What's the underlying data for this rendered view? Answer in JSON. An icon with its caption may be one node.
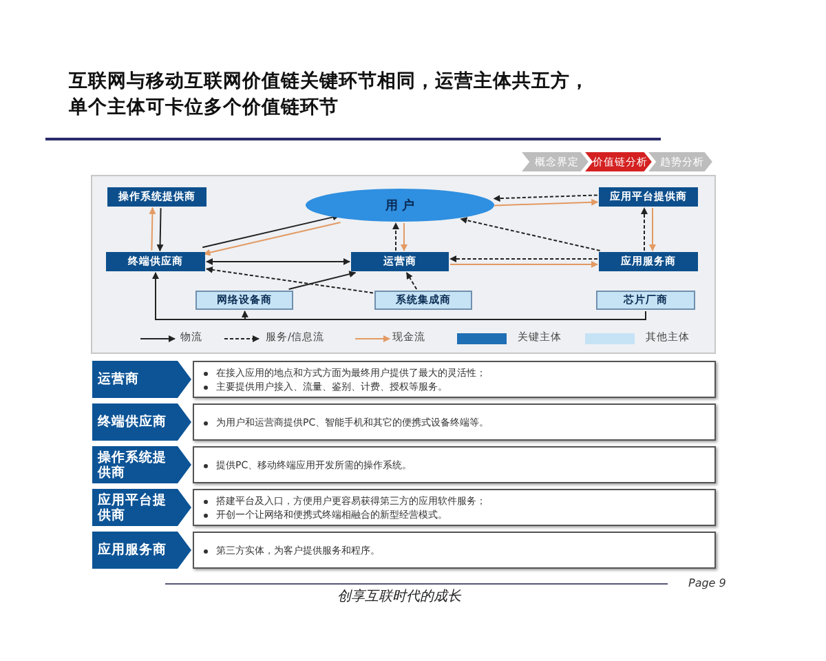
{
  "diagram": {
    "title": "互联网与移动互联网价值链关键环节相同，运营主体共五方，单个主体可卡位多个价值链环节",
    "nodes": [
      {
        "text": [
          "概念界定"
        ]
      },
      {
        "text": [
          "价值链分析"
        ]
      },
      {
        "text": [
          "趋势分析"
        ]
      },
      {
        "text": [
          "用 户"
        ]
      },
      {
        "text": [
          "操作系统提供商"
        ]
      },
      {
        "text": [
          "应用平台提供商"
        ]
      },
      {
        "text": [
          "终端供应商"
        ]
      },
      {
        "text": [
          "运营商"
        ]
      },
      {
        "text": [
          "应用服务商"
        ]
      },
      {
        "text": [
          "网络设备商"
        ]
      },
      {
        "text": [
          "系统集成商"
        ]
      },
      {
        "text": [
          "芯片厂商"
        ]
      },
      {
        "text": [
          "运营商"
        ]
      },
      {
        "text": [
          "在接入应用的地点和方式方面为最终用户提供了最大的灵活性；",
          "主要提供用户接入、流量、鉴别、计费、授权等服务。"
        ]
      },
      {
        "text": [
          "终端供应商"
        ]
      },
      {
        "text": [
          "为用户和运营商提供PC、智能手机和其它的便携式设备终端等。"
        ]
      },
      {
        "text": [
          "操作系统提供商"
        ]
      },
      {
        "text": [
          "提供PC、移动终端应用开发所需的操作系统。"
        ]
      },
      {
        "text": [
          "应用平台提供商"
        ]
      },
      {
        "text": [
          "搭建平台及入口，方便用户更容易获得第三方的应用软件服务；",
          "开创一个让网络和便携式终端相融合的新型经营模式。"
        ]
      },
      {
        "text": [
          "应用服务商"
        ]
      },
      {
        "text": [
          "第三方实体，为客户提供服务和程序。"
        ]
      }
    ],
    "edges": [
      {
        "from": 4,
        "to": 6,
        "arrow": "to"
      },
      {
        "from": 6,
        "to": 4,
        "arrow": "to",
        "color": "#e39a63"
      },
      {
        "from": 6,
        "to": 3,
        "arrow": "to"
      },
      {
        "from": 3,
        "to": 6,
        "arrow": "to",
        "color": "#e39a63"
      },
      {
        "from": 6,
        "to": 7,
        "arrow": "both"
      },
      {
        "from": 7,
        "to": 3,
        "arrow": "to",
        "style": "dashed"
      },
      {
        "from": 3,
        "to": 7,
        "arrow": "to",
        "color": "#e39a63"
      },
      {
        "from": 5,
        "to": 3,
        "arrow": "to",
        "style": "dashed"
      },
      {
        "from": 3,
        "to": 5,
        "arrow": "to",
        "color": "#e39a63"
      },
      {
        "from": 8,
        "to": 5,
        "arrow": "to",
        "style": "dashed"
      },
      {
        "from": 5,
        "to": 8,
        "arrow": "to",
        "color": "#e39a63"
      },
      {
        "from": 8,
        "to": 3,
        "arrow": "to",
        "style": "dashed"
      },
      {
        "from": 8,
        "to": 7,
        "arrow": "to",
        "style": "dashed"
      },
      {
        "from": 7,
        "to": 8,
        "arrow": "to",
        "color": "#e39a63"
      },
      {
        "from": 10,
        "to": 6,
        "arrow": "to",
        "style": "dashed"
      },
      {
        "from": 9,
        "to": 7,
        "arrow": "to"
      },
      {
        "from": 10,
        "to": 7,
        "arrow": "to",
        "style": "dashed"
      },
      {
        "from": 11,
        "to": 6,
        "arrow": "to"
      },
      {
        "from": 11,
        "to": 9,
        "arrow": "to"
      }
    ],
    "labels": [
      "Page 9",
      "创享互联时代的成长"
    ],
    "legend": [
      {
        "text": "物流"
      },
      {
        "text": "服务/信息流"
      },
      {
        "text": "现金流"
      },
      {
        "text": "关键主体",
        "color": "#1f6fb5"
      },
      {
        "text": "其他主体",
        "color": "#c6e3f6"
      }
    ]
  }
}
